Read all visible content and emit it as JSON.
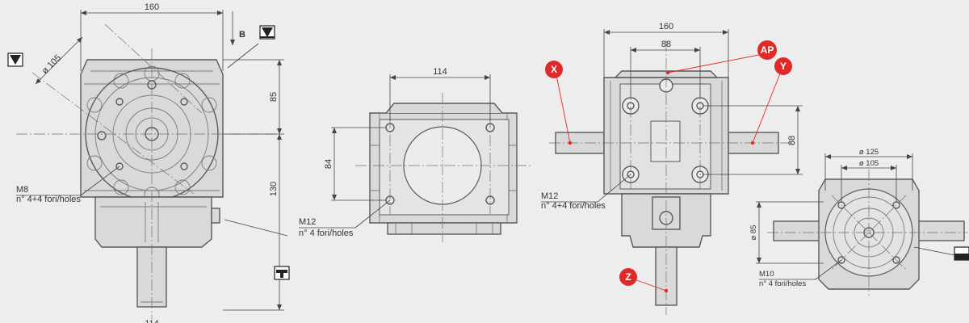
{
  "view1": {
    "dim_width": "160",
    "dim_diameter": "ø 105",
    "arrow_label": "B",
    "dim_upper": "85",
    "dim_lower": "130",
    "note_thread": "M8",
    "note_holes": "n° 4+4 fori/holes",
    "dim_bottom": "114"
  },
  "view2": {
    "dim_width": "114",
    "dim_height": "84",
    "note_thread": "M12",
    "note_holes": "n° 4 fori/holes"
  },
  "view3": {
    "dim_width": "160",
    "dim_inner": "88",
    "dim_height": "88",
    "note_thread": "M12",
    "note_holes": "n° 4+4 fori/holes",
    "shafts": [
      {
        "id": "X",
        "color": "#e02a2a"
      },
      {
        "id": "AP",
        "color": "#e02a2a"
      },
      {
        "id": "Y",
        "color": "#e02a2a"
      },
      {
        "id": "Z",
        "color": "#e02a2a"
      }
    ]
  },
  "view4": {
    "dim_outer": "ø 125",
    "dim_inner": "ø 105",
    "dim_side": "ø 85",
    "note_thread": "M10",
    "note_holes": "n° 4 fori/holes"
  },
  "icons": [
    "mount-down-icon",
    "mount-bottom-icon",
    "mount-side-icon",
    "mount-flat-icon"
  ]
}
